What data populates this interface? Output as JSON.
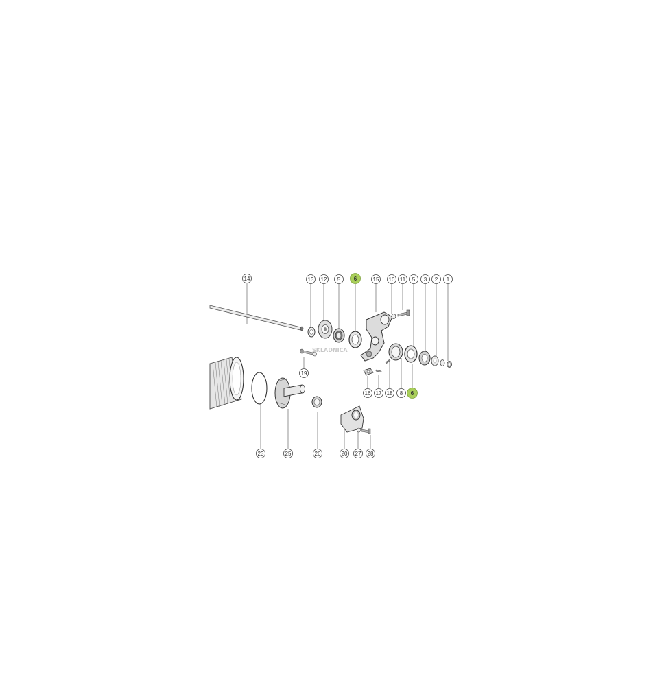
{
  "watermark": "SKLADNICA",
  "colors": {
    "line": "#555555",
    "highlight": "#a9cf5a",
    "part_fill": "#e3e3e3",
    "part_dark": "#9a9a9a"
  },
  "callouts": {
    "c14": "14",
    "c13": "13",
    "c12": "12",
    "c5a": "5",
    "c6a": "6",
    "c15": "15",
    "c10": "10",
    "c11": "11",
    "c5b": "5",
    "c3": "3",
    "c2": "2",
    "c1": "1",
    "c19": "19",
    "c16": "16",
    "c17": "17",
    "c18": "18",
    "c8": "8",
    "c6b": "6",
    "c23": "23",
    "c25": "25",
    "c26": "26",
    "c20": "20",
    "c27": "27",
    "c28": "28"
  }
}
